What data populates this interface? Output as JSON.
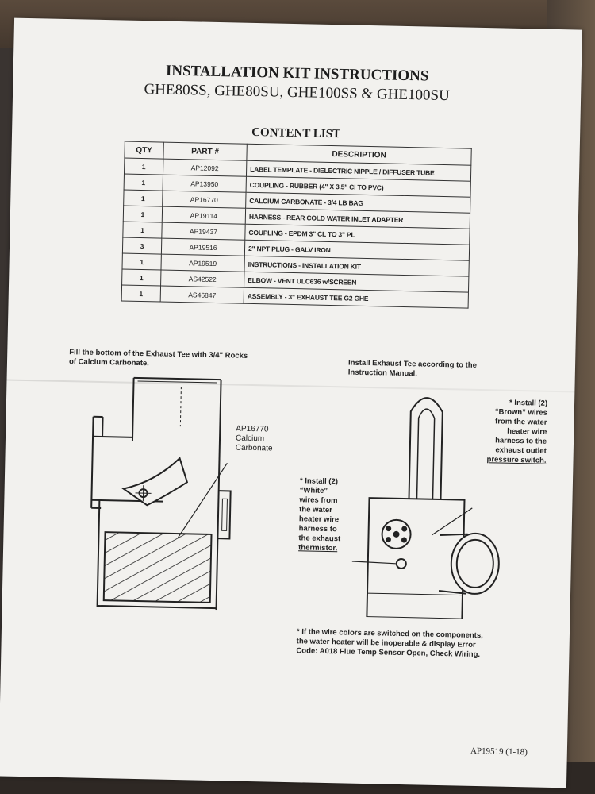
{
  "header": {
    "title": "INSTALLATION KIT INSTRUCTIONS",
    "models": "GHE80SS, GHE80SU, GHE100SS & GHE100SU"
  },
  "content_list": {
    "title": "CONTENT LIST",
    "columns": [
      "QTY",
      "PART #",
      "DESCRIPTION"
    ],
    "rows": [
      {
        "qty": "1",
        "part": "AP12092",
        "desc": "LABEL TEMPLATE - DIELECTRIC NIPPLE / DIFFUSER TUBE"
      },
      {
        "qty": "1",
        "part": "AP13950",
        "desc": "COUPLING - RUBBER (4\" X 3.5\" CI TO PVC)"
      },
      {
        "qty": "1",
        "part": "AP16770",
        "desc": "CALCIUM CARBONATE - 3/4 LB BAG"
      },
      {
        "qty": "1",
        "part": "AP19114",
        "desc": "HARNESS - REAR COLD WATER INLET ADAPTER"
      },
      {
        "qty": "1",
        "part": "AP19437",
        "desc": "COUPLING - EPDM 3\" CL TO 3\" PL"
      },
      {
        "qty": "3",
        "part": "AP19516",
        "desc": "2\" NPT PLUG - GALV IRON"
      },
      {
        "qty": "1",
        "part": "AP19519",
        "desc": "INSTRUCTIONS - INSTALLATION KIT"
      },
      {
        "qty": "1",
        "part": "AS42522",
        "desc": "ELBOW - VENT ULC636 w/SCREEN"
      },
      {
        "qty": "1",
        "part": "AS46847",
        "desc": "ASSEMBLY - 3\" EXHAUST TEE G2 GHE"
      }
    ]
  },
  "left_figure": {
    "instruction": "Fill the bottom of the Exhaust Tee with 3/4\" Rocks of Calcium Carbonate.",
    "callout": [
      "AP16770",
      "Calcium",
      "Carbonate"
    ]
  },
  "right_figure": {
    "instruction": "Install Exhaust Tee according to the Instruction Manual.",
    "brown_note": [
      "* Install (2)",
      "“Brown” wires",
      "from the water",
      "heater wire",
      "harness to the",
      "exhaust outlet",
      "pressure switch."
    ],
    "white_note": [
      "* Install (2)",
      "“White”",
      "wires from",
      "the water",
      "heater wire",
      "harness to",
      "the exhaust",
      "thermistor."
    ],
    "warning": [
      "* If the wire colors are switched on the components,",
      "the water heater will be inoperable & display Error",
      "Code: A018 Flue Temp Sensor Open, Check Wiring."
    ]
  },
  "footer": {
    "doc_code": "AP19519 (1-18)"
  }
}
